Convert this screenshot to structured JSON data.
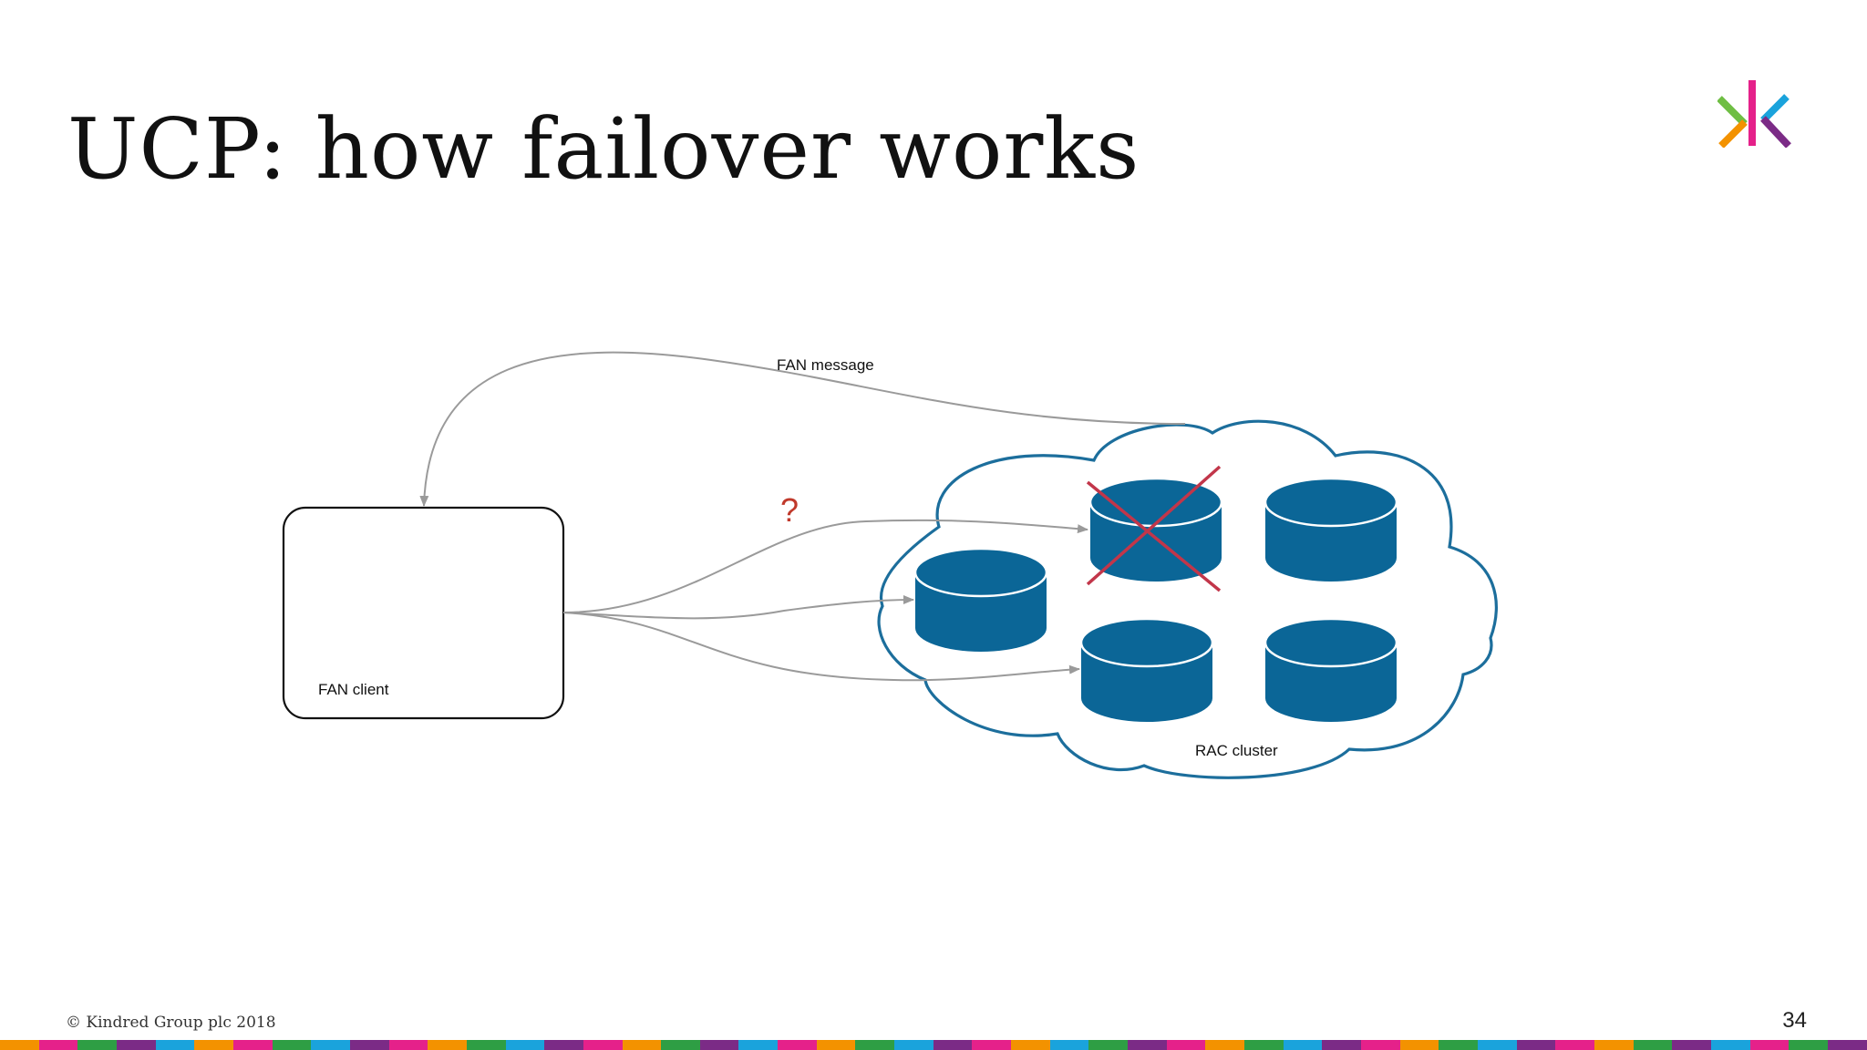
{
  "slide": {
    "title": "UCP: how failover works",
    "page_number": "34",
    "copyright": "© Kindred Group plc 2018"
  },
  "logo": {
    "name": "kindred-logo",
    "colors": [
      "#e5218a",
      "#6fbe44",
      "#f39200",
      "#1aa3dc",
      "#7b2b86"
    ]
  },
  "diagram": {
    "client_label": "FAN client",
    "cluster_label": "RAC cluster",
    "message_label": "FAN message",
    "unknown_marker": "?",
    "colors": {
      "db_fill": "#0b6697",
      "cloud_stroke": "#1c6e9c",
      "arrow": "#9a9a9a",
      "cross": "#c2364a",
      "question": "#c0392b"
    }
  },
  "footer": {
    "stripe_colors": [
      "#f39200",
      "#e5218a",
      "#2e9e44",
      "#7b2b86",
      "#1aa3dc",
      "#f39200",
      "#e5218a",
      "#2e9e44",
      "#1aa3dc",
      "#7b2b86",
      "#e5218a",
      "#f39200",
      "#2e9e44",
      "#1aa3dc",
      "#7b2b86",
      "#e5218a",
      "#f39200",
      "#2e9e44",
      "#7b2b86",
      "#1aa3dc",
      "#e5218a",
      "#f39200",
      "#2e9e44",
      "#1aa3dc",
      "#7b2b86",
      "#e5218a",
      "#f39200",
      "#1aa3dc",
      "#2e9e44",
      "#7b2b86",
      "#e5218a",
      "#f39200",
      "#2e9e44",
      "#1aa3dc",
      "#7b2b86",
      "#e5218a",
      "#f39200",
      "#2e9e44",
      "#1aa3dc",
      "#7b2b86",
      "#e5218a",
      "#f39200",
      "#2e9e44",
      "#7b2b86",
      "#1aa3dc",
      "#e5218a",
      "#2e9e44",
      "#7b2b86"
    ]
  }
}
